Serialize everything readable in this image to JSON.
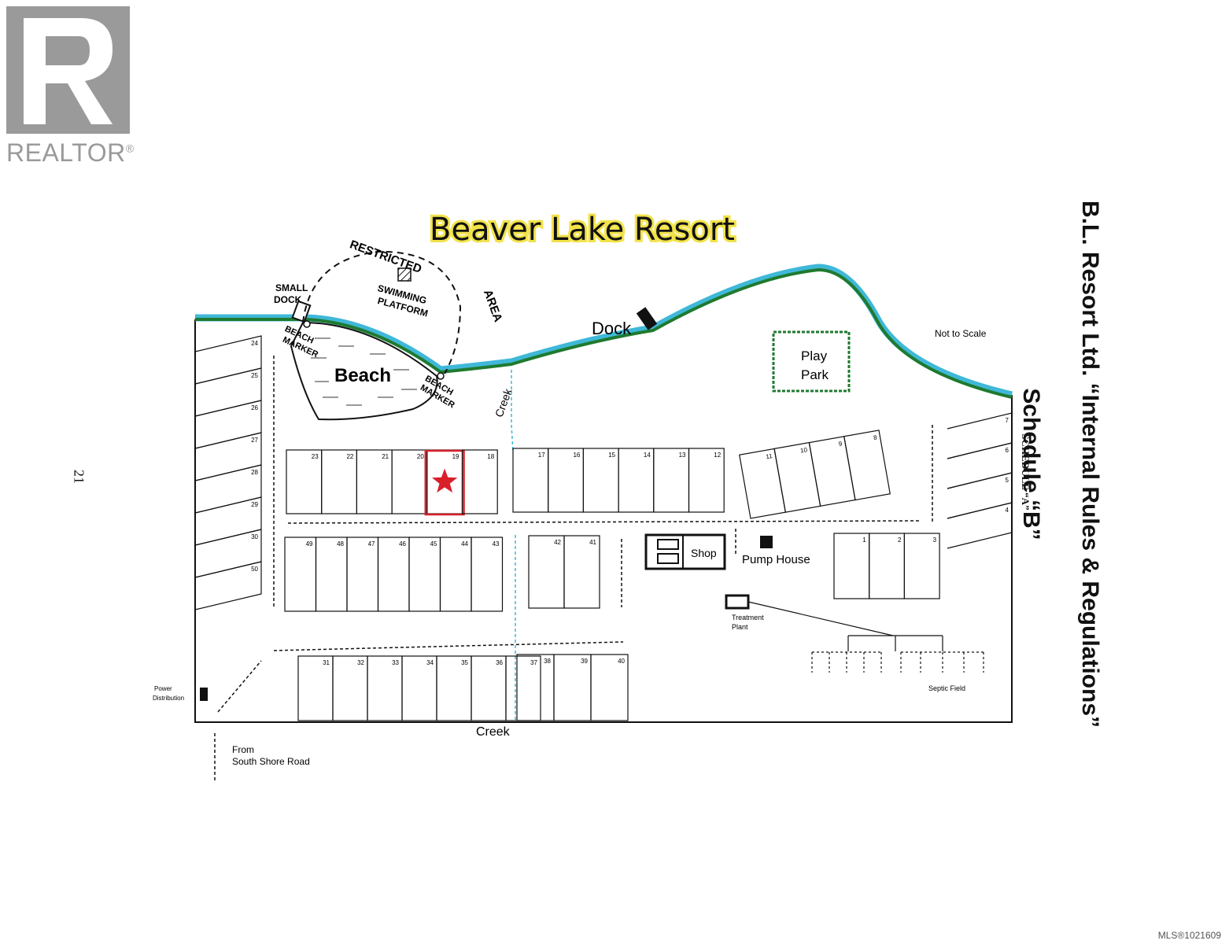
{
  "logo": {
    "word": "REALTOR",
    "reg": "®"
  },
  "title": "Beaver Lake Resort",
  "side_title_line1": "Schedule “B”",
  "side_title_line2": "B.L. Resort Ltd.  “Internal Rules & Regulations”",
  "schedule_a": "SCHEDULE “A”",
  "page_number": "21",
  "mls": "MLS®1021609",
  "labels": {
    "small_dock_1": "SMALL",
    "small_dock_2": "DOCK",
    "restricted_1": "RESTRICTED",
    "restricted_2": "AREA",
    "swim_1": "SWIMMING",
    "swim_2": "PLATFORM",
    "beach": "Beach",
    "beach_marker_1": "BEACH",
    "beach_marker_2": "MARKER",
    "dock": "Dock",
    "creek_vertical": "Creek",
    "creek_bottom": "Creek",
    "not_to_scale": "Not to Scale",
    "play_park_1": "Play",
    "play_park_2": "Park",
    "shop": "Shop",
    "pump_house": "Pump House",
    "treatment_1": "Treatment",
    "treatment_2": "Plant",
    "septic": "Septic Field",
    "power_1": "Power",
    "power_2": "Distribution",
    "from_1": "From",
    "from_2": "South Shore Road"
  },
  "highlighted_lot": "19",
  "lots": {
    "left_column": [
      "24",
      "25",
      "26",
      "27",
      "28",
      "29",
      "30",
      "50"
    ],
    "row_a": [
      "23",
      "22",
      "21",
      "20",
      "19",
      "18"
    ],
    "row_b": [
      "17",
      "16",
      "15",
      "14",
      "13",
      "12"
    ],
    "row_c": [
      "11",
      "10",
      "9",
      "8"
    ],
    "right_column": [
      "7",
      "6",
      "5",
      "4"
    ],
    "row_d": [
      "1",
      "2",
      "3"
    ],
    "row_e": [
      "49",
      "48",
      "47",
      "46",
      "45",
      "44",
      "43"
    ],
    "row_f": [
      "42",
      "41"
    ],
    "row_g": [
      "31",
      "32",
      "33",
      "34",
      "35",
      "36",
      "37"
    ],
    "row_h": [
      "38",
      "39",
      "40"
    ]
  },
  "colors": {
    "lake": "#3fb8d8",
    "shore": "#1f7a2f",
    "title": "#f2e24a",
    "star": "#d8202a",
    "logo": "#9a9a9a"
  }
}
